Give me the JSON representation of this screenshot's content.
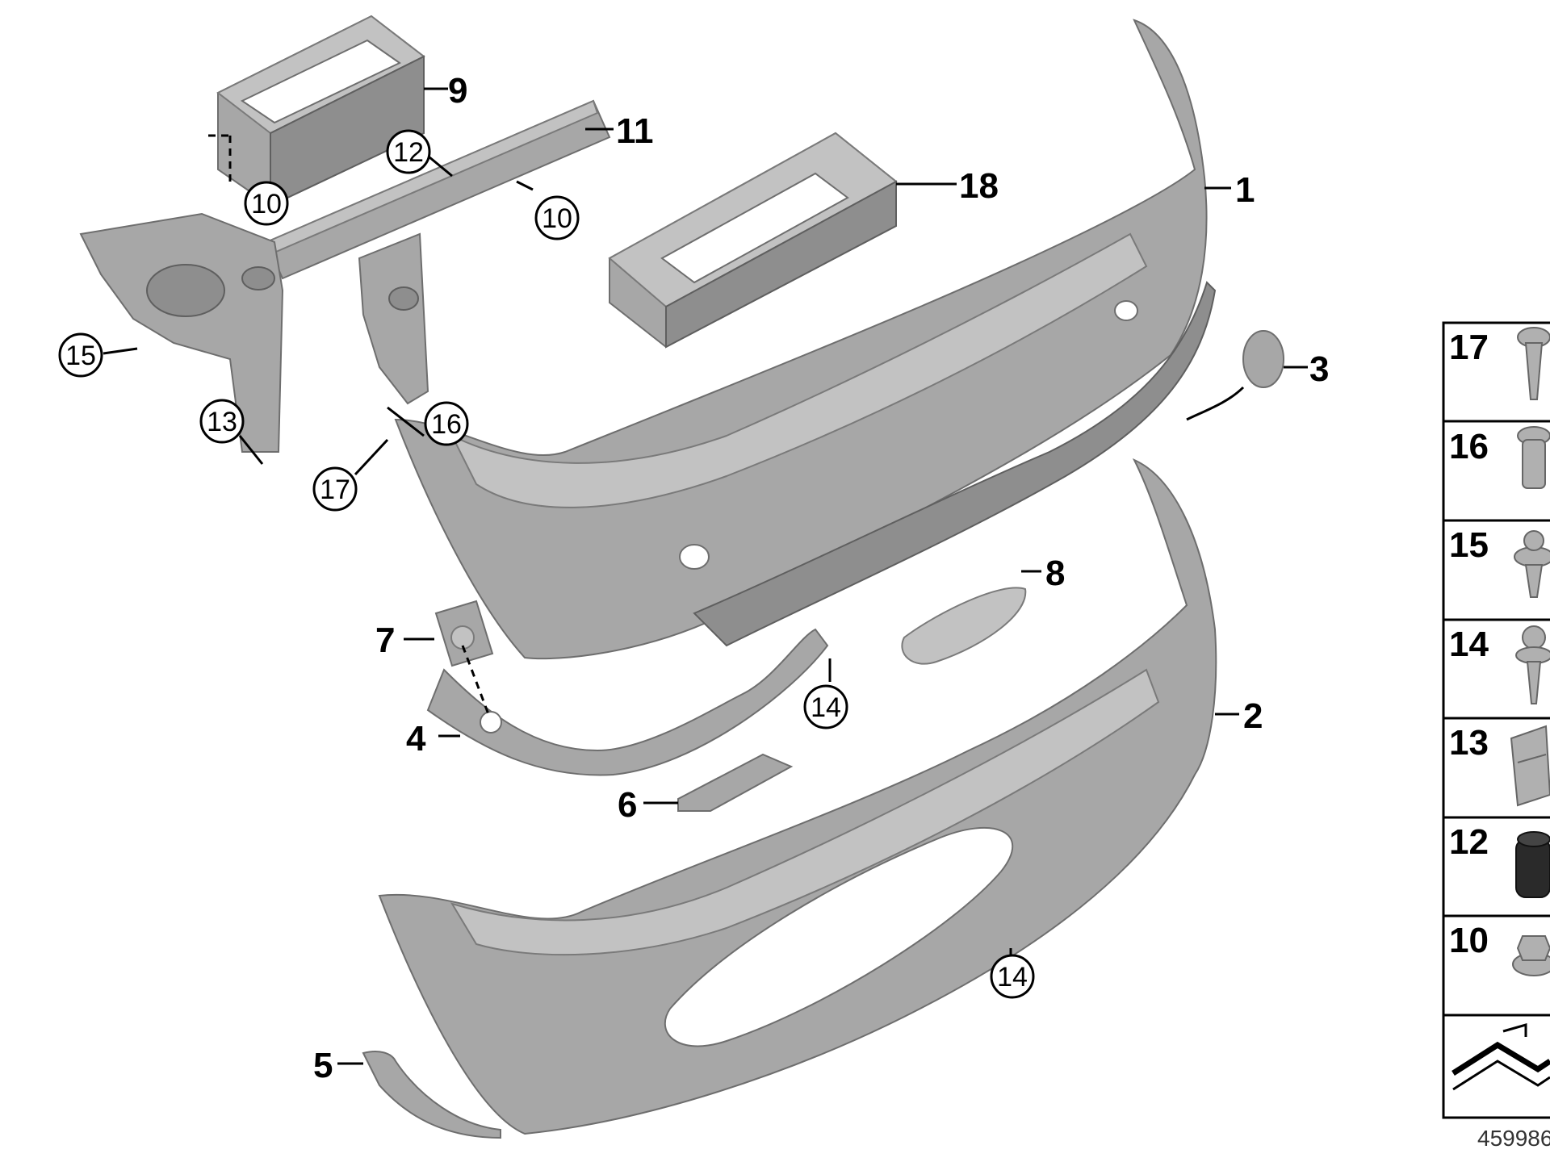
{
  "diagram": {
    "bold_labels": [
      {
        "id": "1",
        "text": "1"
      },
      {
        "id": "2",
        "text": "2"
      },
      {
        "id": "3",
        "text": "3"
      },
      {
        "id": "4",
        "text": "4"
      },
      {
        "id": "5",
        "text": "5"
      },
      {
        "id": "6",
        "text": "6"
      },
      {
        "id": "7",
        "text": "7"
      },
      {
        "id": "8",
        "text": "8"
      },
      {
        "id": "9",
        "text": "9"
      },
      {
        "id": "11",
        "text": "11"
      },
      {
        "id": "18",
        "text": "18"
      }
    ],
    "circled_labels": [
      {
        "id": "10a",
        "text": "10"
      },
      {
        "id": "10b",
        "text": "10"
      },
      {
        "id": "12",
        "text": "12"
      },
      {
        "id": "13",
        "text": "13"
      },
      {
        "id": "14a",
        "text": "14"
      },
      {
        "id": "14b",
        "text": "14"
      },
      {
        "id": "15",
        "text": "15"
      },
      {
        "id": "16",
        "text": "16"
      },
      {
        "id": "17",
        "text": "17"
      }
    ],
    "fastener_table": [
      {
        "number": "17",
        "icon": "screw-icon"
      },
      {
        "number": "16",
        "icon": "expanding-nut-icon"
      },
      {
        "number": "15",
        "icon": "clip-icon"
      },
      {
        "number": "14",
        "icon": "expanding-rivet-icon"
      },
      {
        "number": "13",
        "icon": "spring-nut-icon"
      },
      {
        "number": "12",
        "icon": "rubber-buffer-icon"
      },
      {
        "number": "10",
        "icon": "hex-nut-icon"
      }
    ],
    "document_number": "459986"
  }
}
